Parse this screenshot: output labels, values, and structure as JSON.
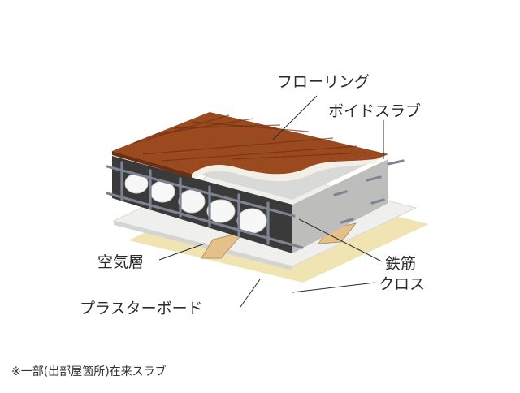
{
  "labels": {
    "flooring": "フローリング",
    "void_slab": "ボイドスラブ",
    "rebar": "鉄筋",
    "air_layer": "空気層",
    "cloth": "クロス",
    "plaster_board": "プラスターボード"
  },
  "note": "※一部(出部屋箇所)在来スラブ",
  "colors": {
    "wood": "#9a4a1e",
    "wood_grain": "#6e2f10",
    "concrete": "#d9d9d7",
    "concrete_dark": "#bdbdbb",
    "rebar": "#7d8592",
    "plaster": "#efefed",
    "cloth": "#f1e4b3",
    "joist": "#e3c189",
    "cross_section": "#3a3a3a",
    "void": "#f7f7f7"
  }
}
